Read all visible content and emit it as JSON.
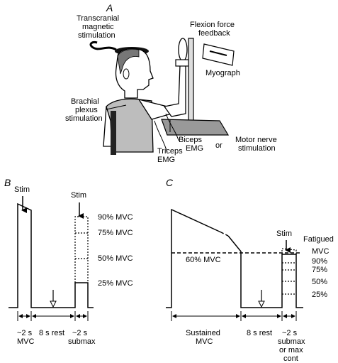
{
  "panels": {
    "a": "A",
    "b": "B",
    "c": "C"
  },
  "panel_a": {
    "tms_line1": "Transcranial",
    "tms_line2": "magnetic",
    "tms_line3": "stimulation",
    "force_line1": "Flexion force",
    "force_line2": "feedback",
    "myograph": "Myograph",
    "brachial_line1": "Brachial",
    "brachial_line2": "plexus",
    "brachial_line3": "stimulation",
    "biceps_line1": "Biceps",
    "biceps_line2": "EMG",
    "or": "or",
    "motor_line1": "Motor nerve",
    "motor_line2": "stimulation",
    "triceps_line1": "Triceps",
    "triceps_line2": "EMG"
  },
  "panel_b": {
    "stim1": "Stim",
    "stim2": "Stim",
    "levels": [
      "90% MVC",
      "75% MVC",
      "50% MVC",
      "25% MVC"
    ],
    "dur1_line1": "~2 s",
    "dur1_line2": "MVC",
    "rest": "8 s rest",
    "dur2_line1": "~2 s",
    "dur2_line2": "submax"
  },
  "panel_c": {
    "stim": "Stim",
    "mvc60": "60% MVC",
    "fatigued": "Fatigued",
    "levels": [
      "MVC",
      "90%",
      "75%",
      "50%",
      "25%"
    ],
    "sustained_line1": "Sustained",
    "sustained_line2": "MVC",
    "rest": "8 s rest",
    "dur_line1": "~2 s",
    "dur_line2": "submax",
    "dur_line3": "or max",
    "dur_line4": "cont"
  }
}
